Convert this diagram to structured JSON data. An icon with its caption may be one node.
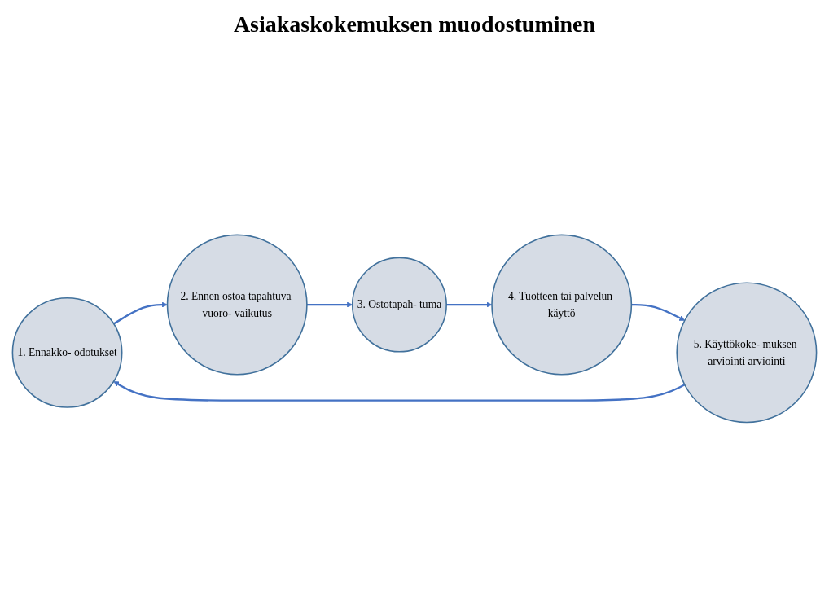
{
  "diagram": {
    "title": "Asiakaskokemuksen muodostuminen",
    "nodes": [
      {
        "text": [
          "1. Ennakko- odotukset"
        ]
      },
      {
        "text": [
          "2. Ennen ostoa tapahtuva vuoro- vaikutus"
        ]
      },
      {
        "text": [
          "3. Ostotapah- tuma"
        ]
      },
      {
        "text": [
          "4. Tuotteen tai palvelun käyttö"
        ]
      },
      {
        "text": [
          "5. Käyttökoke- muksen arviointi arviointi"
        ]
      }
    ],
    "edges": [
      {
        "from": 0,
        "to": 1,
        "arrow": "to"
      },
      {
        "from": 1,
        "to": 2,
        "arrow": "to"
      },
      {
        "from": 2,
        "to": 3,
        "arrow": "to"
      },
      {
        "from": 3,
        "to": 4,
        "arrow": "to"
      },
      {
        "from": 4,
        "to": 0,
        "arrow": "to"
      }
    ]
  }
}
